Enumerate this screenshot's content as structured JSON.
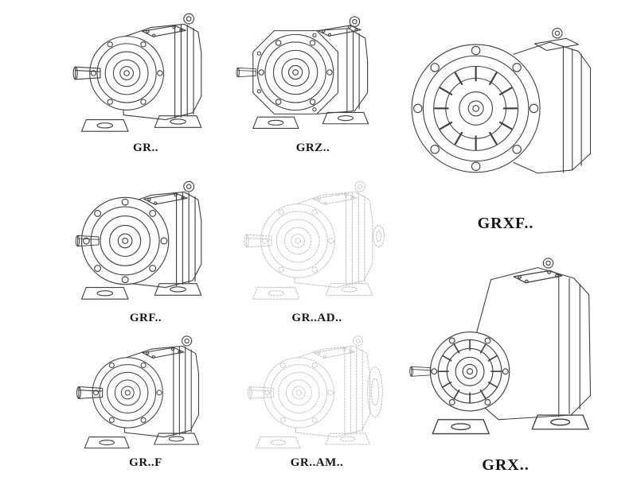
{
  "page": {
    "background": "#ffffff",
    "line_color": "#3f3f3f",
    "faded_line_color": "#c4c4c4",
    "label_color": "#151515"
  },
  "figures": [
    {
      "id": "gr",
      "label": "GR..",
      "rendering": "solid"
    },
    {
      "id": "grz",
      "label": "GRZ..",
      "rendering": "solid"
    },
    {
      "id": "grxf",
      "label": "GRXF..",
      "rendering": "solid"
    },
    {
      "id": "grf",
      "label": "GRF..",
      "rendering": "solid"
    },
    {
      "id": "gr-ad",
      "label": "GR..AD..",
      "rendering": "faded"
    },
    {
      "id": "gr-f",
      "label": "GR..F",
      "rendering": "solid"
    },
    {
      "id": "gr-am",
      "label": "GR..AM..",
      "rendering": "faded"
    },
    {
      "id": "grx",
      "label": "GRX..",
      "rendering": "solid"
    }
  ]
}
